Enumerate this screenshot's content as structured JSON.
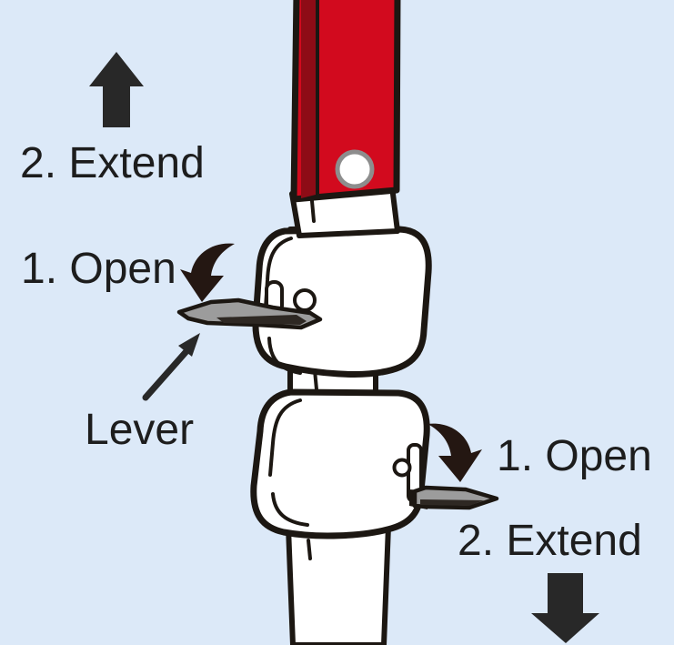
{
  "labels": {
    "upper_extend": "2. Extend",
    "upper_open": "1. Open",
    "lever": "Lever",
    "lower_open": "1. Open",
    "lower_extend": "2. Extend"
  },
  "icons": {
    "upper_extend_arrow": "up-arrow",
    "lower_extend_arrow": "down-arrow",
    "upper_open_arrow": "curved-arrow-down",
    "lower_open_arrow": "curved-arrow-down",
    "lever_pointer": "diagonal-up-right-arrow"
  },
  "colors": {
    "background": "#dce9f8",
    "pole_red": "#d20a1e",
    "pole_red_dark": "#8e0c16",
    "outline": "#1c1712",
    "lever_gray": "#9c9c9c",
    "lever_dark": "#2e2823",
    "arrow_black": "#282828",
    "curved_arrow": "#241712",
    "ring_gray": "#8d8d8d",
    "text": "#1d1d1d"
  }
}
